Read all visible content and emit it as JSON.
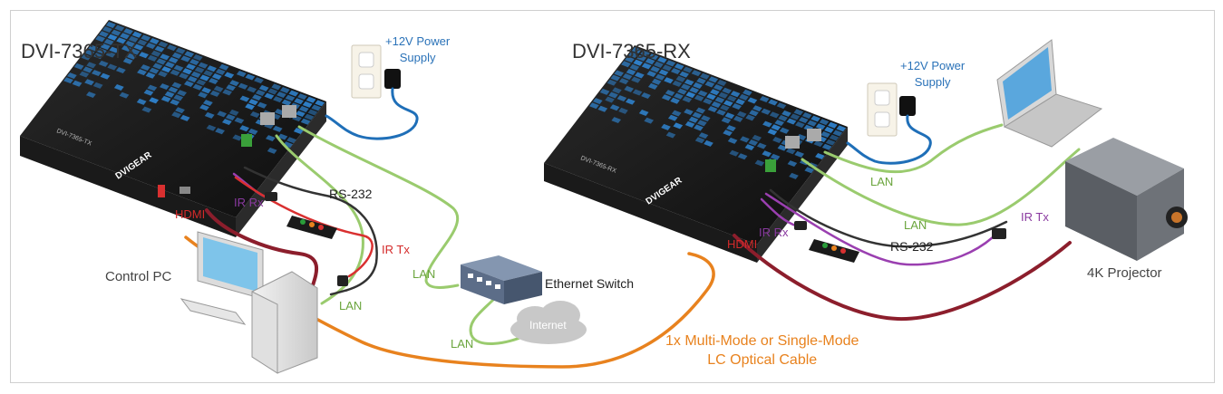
{
  "tx_title": "DVI-7365-TX",
  "rx_title": "DVI-7365-RX",
  "tx_power": "+12V Power\nSupply",
  "rx_power": "+12V Power\nSupply",
  "labels": {
    "rs232_tx": "RS-232",
    "rs232_rx": "RS-232",
    "hdmi_tx": "HDMI",
    "hdmi_rx": "HDMI",
    "irrx_tx": "IR Rx",
    "irtx_tx": "IR Tx",
    "irrx_rx": "IR Rx",
    "irtx_rx": "IR Tx",
    "lan_pc": "LAN",
    "lan_sw": "LAN",
    "lan_inet": "LAN",
    "lan_rx1": "LAN",
    "lan_rx2": "LAN",
    "control_pc": "Control PC",
    "ethernet_switch": "Ethernet Switch",
    "internet": "Internet",
    "projector": "4K Projector",
    "optical": "1x Multi-Mode or Single-Mode\nLC Optical Cable"
  },
  "device_print": {
    "tx_model": "DVI-7365-TX",
    "rx_model": "DVI-7365-RX",
    "brand": "DVIGEAR"
  },
  "colors": {
    "power_cable": "#1f6fb8",
    "lan_cable": "#9acb6e",
    "rs232_cable": "#333333",
    "ir_rx_cable": "#9a3fb0",
    "ir_tx_cable": "#d93030",
    "hdmi_cable": "#8c1e2c",
    "optical_cable": "#e8821e",
    "chassis": "#1e1e1e",
    "led_blue": "#2f7fc8"
  }
}
